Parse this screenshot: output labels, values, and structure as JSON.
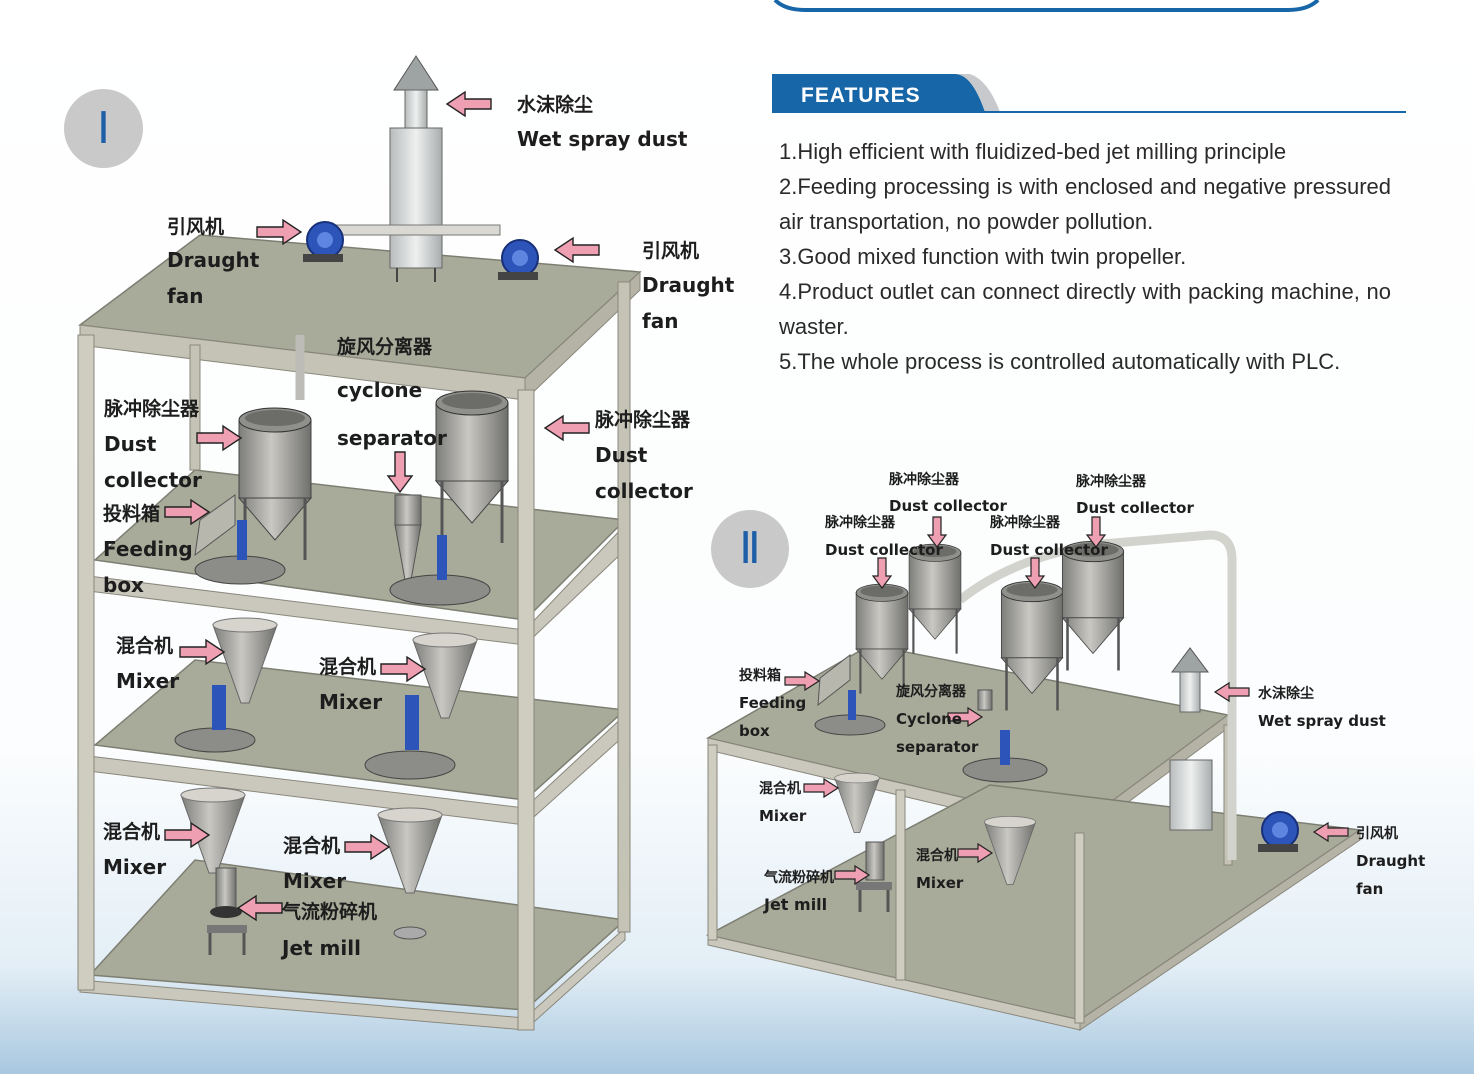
{
  "features": {
    "title": "FEATURES",
    "items": [
      "1.High efficient with fluidized-bed jet milling principle",
      "2.Feeding processing is with enclosed and negative pressured air transportation, no powder pollution.",
      "3.Good mixed function with twin propeller.",
      "4.Product outlet can connect directly with packing machine, no waster.",
      "5.The whole process is controlled automatically with PLC."
    ]
  },
  "badges": {
    "one": "Ⅰ",
    "two": "Ⅱ"
  },
  "diagram1": {
    "wet_spray": {
      "cn": "水沫除尘",
      "en": "Wet spray dust"
    },
    "fan_left": {
      "cn": "引风机",
      "en1": "Draught",
      "en2": "fan"
    },
    "fan_right": {
      "cn": "引风机",
      "en1": "Draught",
      "en2": "fan"
    },
    "cyclone": {
      "cn": "旋风分离器",
      "en1": "cyclone",
      "en2": "separator"
    },
    "dust_left": {
      "cn": "脉冲除尘器",
      "en1": "Dust",
      "en2": "collector"
    },
    "dust_right": {
      "cn": "脉冲除尘器",
      "en1": "Dust",
      "en2": "collector"
    },
    "feeding": {
      "cn": "投料箱",
      "en1": "Feeding",
      "en2": "box"
    },
    "mixer1": {
      "cn": "混合机",
      "en": "Mixer"
    },
    "mixer2": {
      "cn": "混合机",
      "en": "Mixer"
    },
    "mixer3": {
      "cn": "混合机",
      "en": "Mixer"
    },
    "mixer4": {
      "cn": "混合机",
      "en": "Mixer"
    },
    "jetmill": {
      "cn": "气流粉碎机",
      "en": "Jet mill"
    }
  },
  "diagram2": {
    "dust_a": {
      "cn": "脉冲除尘器",
      "en": "Dust collector"
    },
    "dust_b": {
      "cn": "脉冲除尘器",
      "en": "Dust collector"
    },
    "dust_c": {
      "cn": "脉冲除尘器",
      "en": "Dust collector"
    },
    "dust_d": {
      "cn": "脉冲除尘器",
      "en": "Dust collector"
    },
    "feeding": {
      "cn": "投料箱",
      "en1": "Feeding",
      "en2": "box"
    },
    "cyclone": {
      "cn": "旋风分离器",
      "en1": "Cyclone",
      "en2": "separator"
    },
    "wet_spray": {
      "cn": "水沫除尘",
      "en": "Wet spray dust"
    },
    "mixer1": {
      "cn": "混合机",
      "en": "Mixer"
    },
    "mixer2": {
      "cn": "混合机",
      "en": "Mixer"
    },
    "jetmill": {
      "cn": "气流粉碎机",
      "en": "Jet mill"
    },
    "fan": {
      "cn": "引风机",
      "en1": "Draught",
      "en2": "fan"
    }
  },
  "colors": {
    "accent_blue": "#1766a8",
    "arrow_pink": "#ee9fb1",
    "frame": "#b8b5a9",
    "floor": "#a9ab9a",
    "equipment_blue": "#2d54b8"
  }
}
